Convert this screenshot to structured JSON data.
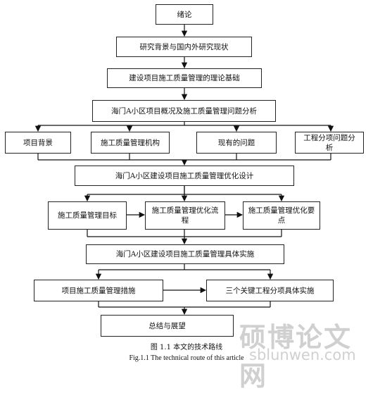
{
  "nodes": {
    "intro": "绪论",
    "background": "研究背景与国内外研究现状",
    "theory": "建设项目施工质量管理的理论基础",
    "overview": "海门A小区项目概况及施工质量管理问题分析",
    "project_bg": "项目背景",
    "org": "施工质量管理机构",
    "problems": "现有的问题",
    "sub_analysis": "工程分项问题分析",
    "optimization": "海门A小区建设项目施工质量管理优化设计",
    "goal": "施工质量管理目标",
    "process": "施工质量管理优化流程",
    "key_points": "施工质量管理优化要点",
    "implementation": "海门A小区建设项目施工质量管理具体实施",
    "measures": "项目施工质量管理措施",
    "key_items": "三个关键工程分项具体实施",
    "summary": "总结与展望"
  },
  "caption": {
    "cn": "图 1.1 本文的技术路线",
    "en": "Fig.1.1 The technical route of this article"
  },
  "watermark": {
    "cn": "硕博论文网",
    "en": "sblunwen.com"
  }
}
